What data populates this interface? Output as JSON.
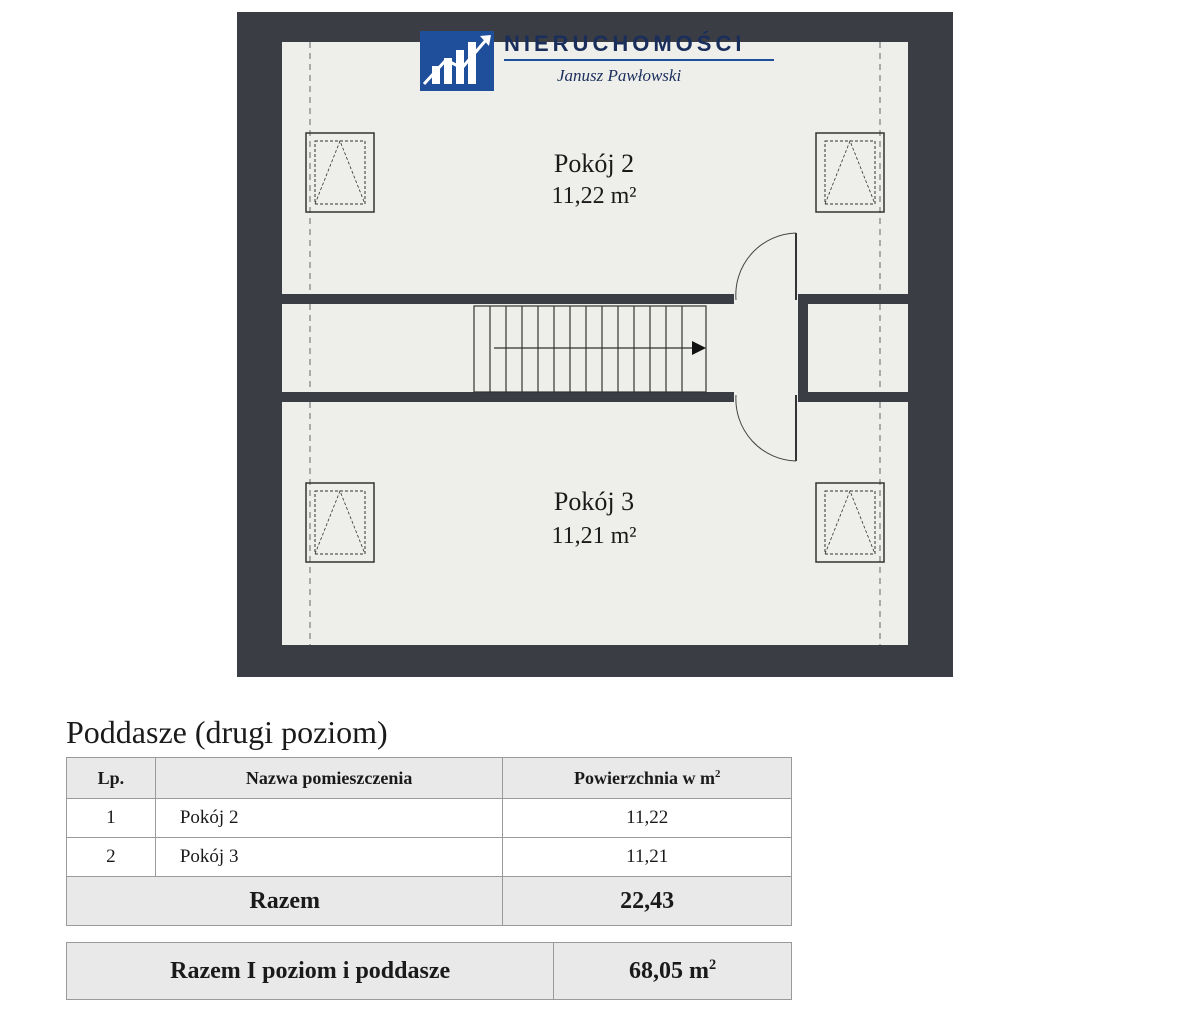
{
  "logo": {
    "title": "NIERUCHOMOŚCI",
    "subtitle": "Janusz Pawłowski",
    "colors": {
      "primary": "#1f4e9b",
      "text": "#1a2e5c"
    }
  },
  "plan": {
    "rooms": [
      {
        "name": "Pokój 2",
        "area": "11,22 m²"
      },
      {
        "name": "Pokój 3",
        "area": "11,21 m²"
      }
    ],
    "colors": {
      "wall": "#3b3d44",
      "floor": "#eeeeea",
      "line": "#555555"
    }
  },
  "section_title": "Poddasze (drugi poziom)",
  "table": {
    "headers": {
      "lp": "Lp.",
      "name": "Nazwa pomieszczenia",
      "area": "Powierzchnia w m",
      "area_sup": "2"
    },
    "rows": [
      {
        "lp": "1",
        "name": "Pokój 2",
        "area": "11,22"
      },
      {
        "lp": "2",
        "name": "Pokój 3",
        "area": "11,21"
      }
    ],
    "sum_label": "Razem",
    "sum_value": "22,43"
  },
  "total": {
    "label": "Razem I poziom i poddasze",
    "value": "68,05 m",
    "value_sup": "2"
  }
}
